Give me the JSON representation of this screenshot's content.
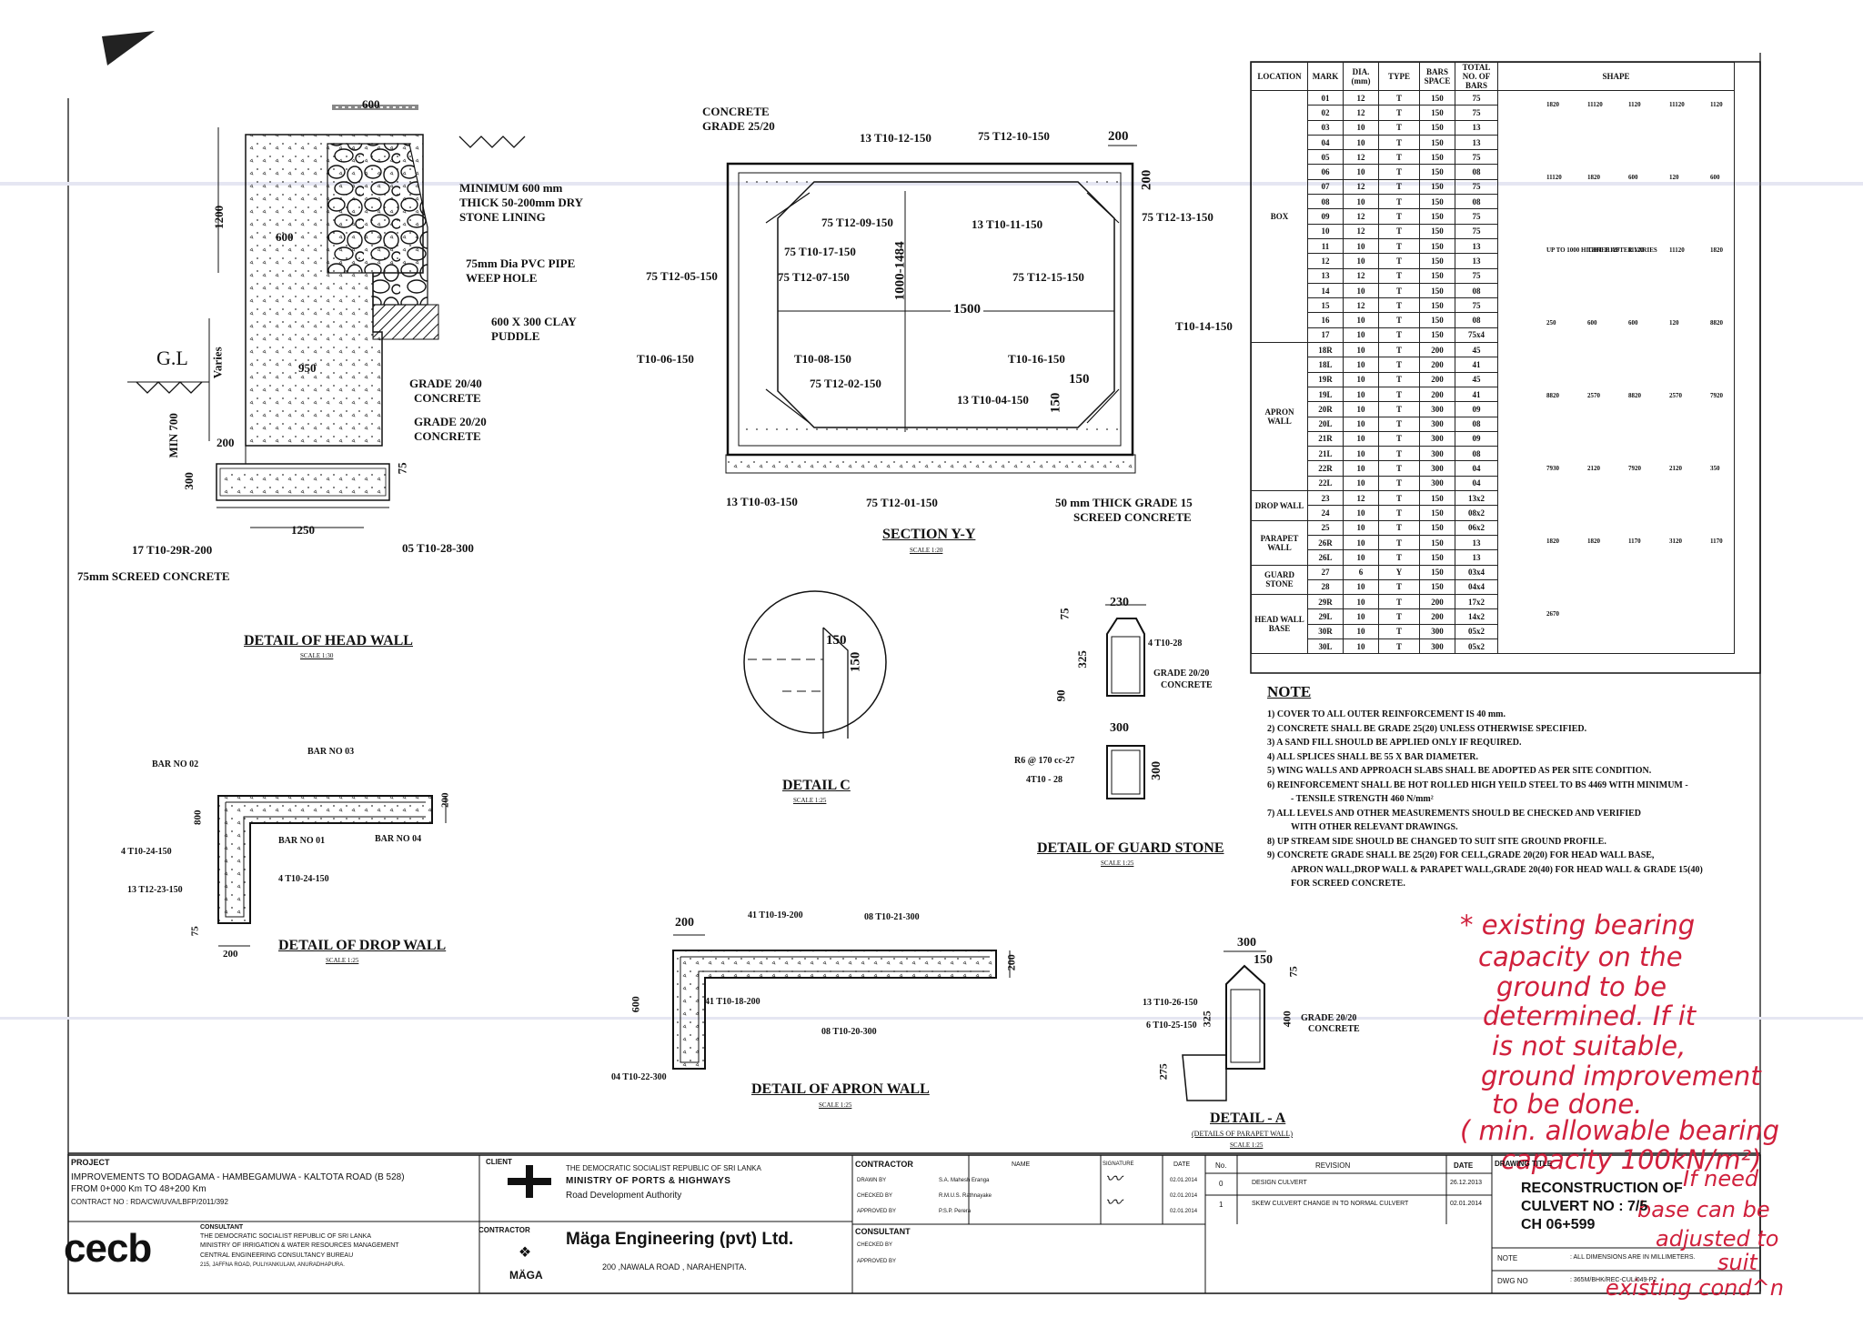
{
  "head_wall": {
    "dims": {
      "d600_top": "600",
      "d1200": "1200",
      "d600_mid": "600",
      "d950": "950",
      "dvaries": "Varies",
      "dmin700": "MIN 700",
      "d200": "200",
      "d300": "300",
      "d1250": "1250",
      "d75": "75"
    },
    "gl": "G.L",
    "labels": [
      "MINIMUM 600 mm",
      "THICK 50-200mm DRY",
      "STONE LINING",
      "75mm Dia PVC PIPE",
      "WEEP HOLE",
      "600 X 300 CLAY",
      "PUDDLE",
      "GRADE 20/40",
      "CONCRETE",
      "GRADE 20/20",
      "CONCRETE"
    ],
    "bars": {
      "b1": "17 T10-29R-200",
      "b2": "05 T10-28-300",
      "b3": "75mm SCREED CONCRETE"
    },
    "title": "DETAIL OF HEAD WALL",
    "scale": "SCALE 1:30"
  },
  "section": {
    "concrete": [
      "CONCRETE",
      "GRADE 25/20"
    ],
    "bars": [
      "13 T10-12-150",
      "75 T12-10-150",
      "75 T12-13-150",
      "75 T12-09-150",
      "13 T10-11-150",
      "75 T10-17-150",
      "75 T12-05-150",
      "75 T12-07-150",
      "75 T12-15-150",
      "T10-14-150",
      "T10-06-150",
      "T10-08-150",
      "T10-16-150",
      "75 T12-02-150",
      "13 T10-04-150",
      "13 T10-03-150",
      "75 T12-01-150"
    ],
    "dims": {
      "d200a": "200",
      "d200b": "200",
      "d1000": "1000-1484",
      "d1500": "1500",
      "d150": "150",
      "d150b": "150"
    },
    "screed": [
      "50 mm THICK GRADE 15",
      "SCREED CONCRETE"
    ],
    "title": "SECTION Y-Y",
    "scale": "SCALE 1:20"
  },
  "detail_c": {
    "title": "DETAIL C",
    "scale": "SCALE 1:25",
    "d1": "150",
    "d2": "150"
  },
  "guard_stone": {
    "dims": {
      "d75": "75",
      "d230": "230",
      "d325": "325",
      "d90": "90",
      "d300": "300",
      "d300b": "300"
    },
    "labels": [
      "4 T10-28",
      "GRADE 20/20",
      "CONCRETE",
      "R6 @ 170 cc-27",
      "4T10 - 28"
    ],
    "title": "DETAIL OF GUARD STONE",
    "scale": "SCALE 1:25"
  },
  "drop_wall": {
    "labels": [
      "BAR NO 02",
      "BAR NO 03",
      "BAR NO 01",
      "BAR NO 04",
      "4 T10-24-150",
      "4 T10-24-150",
      "13 T12-23-150"
    ],
    "dims": {
      "d800": "800",
      "d200": "200",
      "d200b": "200",
      "d75": "75"
    },
    "title": "DETAIL OF DROP WALL",
    "scale": "SCALE 1:25"
  },
  "apron_wall": {
    "labels": [
      "41 T10-19-200",
      "08 T10-21-300",
      "41 T10-18-200",
      "08 T10-20-300",
      "04 T10-22-300"
    ],
    "dims": {
      "d200": "200",
      "d600": "600",
      "d200b": "200"
    },
    "title": "DETAIL OF APRON WALL",
    "scale": "SCALE 1:25"
  },
  "parapet": {
    "dims": {
      "d300": "300",
      "d150": "150",
      "d75": "75",
      "d325": "325",
      "d400": "400",
      "d275": "275"
    },
    "labels": [
      "13 T10-26-150",
      "6 T10-25-150",
      "GRADE 20/20",
      "CONCRETE"
    ],
    "title": "DETAIL - A",
    "subtitle": "(DETAILS OF PARAPET WALL)",
    "scale": "SCALE 1:25"
  },
  "schedule": {
    "headers": [
      "LOCATION",
      "MARK",
      "DIA. (mm)",
      "TYPE",
      "BARS SPACE",
      "TOTAL NO. OF BARS",
      "SHAPE"
    ],
    "groups": [
      {
        "name": "BOX",
        "rows": [
          [
            "01",
            "12",
            "T",
            "150",
            "75"
          ],
          [
            "02",
            "12",
            "T",
            "150",
            "75"
          ],
          [
            "03",
            "10",
            "T",
            "150",
            "13"
          ],
          [
            "04",
            "10",
            "T",
            "150",
            "13"
          ],
          [
            "05",
            "12",
            "T",
            "150",
            "75"
          ],
          [
            "06",
            "10",
            "T",
            "150",
            "08"
          ],
          [
            "07",
            "12",
            "T",
            "150",
            "75"
          ],
          [
            "08",
            "10",
            "T",
            "150",
            "08"
          ],
          [
            "09",
            "12",
            "T",
            "150",
            "75"
          ],
          [
            "10",
            "12",
            "T",
            "150",
            "75"
          ],
          [
            "11",
            "10",
            "T",
            "150",
            "13"
          ],
          [
            "12",
            "10",
            "T",
            "150",
            "13"
          ],
          [
            "13",
            "12",
            "T",
            "150",
            "75"
          ],
          [
            "14",
            "10",
            "T",
            "150",
            "08"
          ],
          [
            "15",
            "12",
            "T",
            "150",
            "75"
          ],
          [
            "16",
            "10",
            "T",
            "150",
            "08"
          ],
          [
            "17",
            "10",
            "T",
            "150",
            "75x4"
          ]
        ]
      },
      {
        "name": "APRON WALL",
        "rows": [
          [
            "18R",
            "10",
            "T",
            "200",
            "45"
          ],
          [
            "18L",
            "10",
            "T",
            "200",
            "41"
          ],
          [
            "19R",
            "10",
            "T",
            "200",
            "45"
          ],
          [
            "19L",
            "10",
            "T",
            "200",
            "41"
          ],
          [
            "20R",
            "10",
            "T",
            "300",
            "09"
          ],
          [
            "20L",
            "10",
            "T",
            "300",
            "08"
          ],
          [
            "21R",
            "10",
            "T",
            "300",
            "09"
          ],
          [
            "21L",
            "10",
            "T",
            "300",
            "08"
          ],
          [
            "22R",
            "10",
            "T",
            "300",
            "04"
          ],
          [
            "22L",
            "10",
            "T",
            "300",
            "04"
          ]
        ]
      },
      {
        "name": "DROP WALL",
        "rows": [
          [
            "23",
            "12",
            "T",
            "150",
            "13x2"
          ],
          [
            "24",
            "10",
            "T",
            "150",
            "08x2"
          ]
        ]
      },
      {
        "name": "PARAPET WALL",
        "rows": [
          [
            "25",
            "10",
            "T",
            "150",
            "06x2"
          ],
          [
            "26R",
            "10",
            "T",
            "150",
            "13"
          ],
          [
            "26L",
            "10",
            "T",
            "150",
            "13"
          ]
        ]
      },
      {
        "name": "GUARD STONE",
        "rows": [
          [
            "27",
            "6",
            "Y",
            "150",
            "03x4"
          ],
          [
            "28",
            "10",
            "T",
            "150",
            "04x4"
          ]
        ]
      },
      {
        "name": "HEAD WALL BASE",
        "rows": [
          [
            "29R",
            "10",
            "T",
            "200",
            "17x2"
          ],
          [
            "29L",
            "10",
            "T",
            "200",
            "14x2"
          ],
          [
            "30R",
            "10",
            "T",
            "300",
            "05x2"
          ],
          [
            "30L",
            "10",
            "T",
            "300",
            "05x2"
          ]
        ]
      }
    ],
    "shape_labels": [
      "1820",
      "11120",
      "1120",
      "11120",
      "1120",
      "11120",
      "1820",
      "600",
      "120",
      "600",
      "UP TO 1000 HIGHT 11120",
      "THREE AFTER VARIES",
      "11120",
      "11120",
      "1820",
      "250",
      "600",
      "600",
      "120",
      "8820",
      "8820",
      "2570",
      "8820",
      "2570",
      "7920",
      "7930",
      "2120",
      "7920",
      "2120",
      "350",
      "1820",
      "1820",
      "1170",
      "3120",
      "1170",
      "2670"
    ]
  },
  "notes": {
    "title": "NOTE",
    "items": [
      "1) COVER TO ALL OUTER REINFORCEMENT IS 40 mm.",
      "2) CONCRETE SHALL BE GRADE 25(20) UNLESS OTHERWISE SPECIFIED.",
      "3) A SAND FILL SHOULD BE APPLIED ONLY IF REQUIRED.",
      "4) ALL SPLICES SHALL BE 55 X BAR DIAMETER.",
      "5) WING WALLS AND APPROACH SLABS SHALL BE ADOPTED AS PER SITE CONDITION.",
      "6) REINFORCEMENT SHALL BE HOT ROLLED HIGH YEILD STEEL TO BS 4469 WITH MINIMUM -",
      "- TENSILE STRENGTH 460 N/mm²",
      "7) ALL LEVELS AND OTHER MEASUREMENTS SHOULD BE CHECKED AND VERIFIED",
      "WITH OTHER RELEVANT DRAWINGS.",
      "8) UP STREAM SIDE SHOULD BE CHANGED TO SUIT SITE GROUND PROFILE.",
      "9) CONCRETE GRADE SHALL BE 25(20) FOR CELL,GRADE 20(20) FOR HEAD WALL BASE,",
      "APRON WALL,DROP WALL & PARAPET WALL,GRADE 20(40) FOR HEAD WALL & GRADE 15(40)",
      "FOR SCREED CONCRETE."
    ]
  },
  "handwriting": [
    "* existing bearing",
    "capacity on the",
    "ground to be",
    "determined. If it",
    "is not suitable,",
    "ground improvement",
    "to be done.",
    "( min. allowable bearing",
    "capacity 100kN/m²)",
    "If need",
    "base can be",
    "adjusted to",
    "suit",
    "existing cond^n"
  ],
  "title_block": {
    "project_label": "PROJECT",
    "project": [
      "IMPROVEMENTS TO BODAGAMA - HAMBEGAMUWA - KALTOTA ROAD (B 528)",
      "FROM 0+000 Km TO 48+200 Km",
      "CONTRACT NO :  RDA/CW/UVA/LBFP/2011/392"
    ],
    "consultant_label": "CONSULTANT",
    "consultant": [
      "THE DEMOCRATIC SOCIALIST REPUBLIC OF SRI LANKA",
      "MINISTRY OF IRRIGATION & WATER RESOURCES MANAGEMENT",
      "CENTRAL ENGINEERING CONSULTANCY BUREAU",
      "215, JAFFNA ROAD, PULIYANKULAM, ANURADHAPURA."
    ],
    "cecb": "cecb",
    "client_label": "CLIENT",
    "client": [
      "THE DEMOCRATIC SOCIALIST REPUBLIC OF SRI LANKA",
      "MINISTRY  OF  PORTS & HIGHWAYS",
      "Road Development Authority"
    ],
    "contractor_label": "CONTRACTOR",
    "contractor_name": "Mäga Engineering (pvt) Ltd.",
    "contractor_addr": "200 ,NAWALA ROAD , NARAHENPITA.",
    "maga": "MÄGA",
    "sig_headers": [
      "CONTRACTOR",
      "NAME",
      "SIGNATURE",
      "DATE"
    ],
    "sig_rows": [
      [
        "DRAWN BY",
        "S.A. Mahesh Eranga",
        "02.01.2014"
      ],
      [
        "CHECKED BY",
        "R.M.U.S. Rathnayake",
        "02.01.2014"
      ],
      [
        "APPROVED BY",
        "P.S.P. Perera",
        "02.01.2014"
      ]
    ],
    "consultant_rows": [
      "CONSULTANT",
      "CHECKED BY",
      "APPROVED BY"
    ],
    "rev_headers": [
      "No.",
      "REVISION",
      "DATE"
    ],
    "revisions": [
      [
        "0",
        "DESIGN CULVERT",
        "26.12.2013"
      ],
      [
        "1",
        "SKEW CULVERT CHANGE IN TO NORMAL CULVERT",
        "02.01.2014"
      ]
    ],
    "drawing_title_label": "DRAWING TITLE",
    "drawing_title": [
      "RECONSTRUCTION OF",
      "CULVERT NO : 7/5",
      "CH 06+599"
    ],
    "note_label": "NOTE",
    "note_value": ": ALL DIMENSIONS ARE IN MILLIMETERS.",
    "dwg_label": "DWG NO",
    "dwg_value": ": 365M/BHK/REC-CUL/049-P2"
  }
}
